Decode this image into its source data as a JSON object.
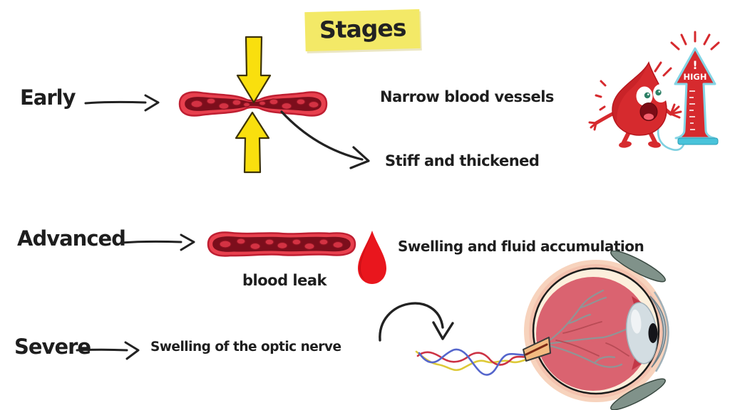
{
  "title": {
    "text": "Stages"
  },
  "stages": [
    {
      "label": "Early",
      "annotations": {
        "narrow": "Narrow blood vessels",
        "stiff": "Stiff and thickened"
      }
    },
    {
      "label": "Advanced",
      "annotations": {
        "leak": "blood leak",
        "swelling": "Swelling and fluid accumulation"
      }
    },
    {
      "label": "Severe",
      "annotations": {
        "optic": "Swelling of the optic nerve"
      }
    }
  ],
  "mascot": {
    "gauge_exclaim": "!",
    "gauge_label": "HIGH"
  },
  "icons": {
    "compression_arrows": "yellow-arrow-icon",
    "flow_arrows": "hand-drawn-arrow-icon",
    "blood_drop": "blood-drop-icon"
  },
  "colors": {
    "background": "#ffffff",
    "text": "#1e1e1e",
    "highlight_yellow": "#f3e967",
    "compression_arrow_yellow": "#f9df0e",
    "vessel_outer_red": "#e8404e",
    "vessel_inner_maroon": "#7c0e1c",
    "blood_cell_red": "#d33243",
    "blood_drop_red": "#e9161d",
    "mascot_red": "#d62a2e",
    "gauge_outline_blue": "#85d5e5",
    "gauge_base_blue": "#49c3da",
    "eye_interior_rose": "#da6370",
    "eye_glow_peach": "#f7d3bd",
    "eye_sclera_cream": "#fcefdc",
    "retina_vessel_gray": "#8f9596",
    "optic_nerve_peach": "#f3bb81",
    "fiber_blue": "#5566cc",
    "fiber_red": "#cc3344",
    "fiber_yellow": "#ddc937"
  }
}
